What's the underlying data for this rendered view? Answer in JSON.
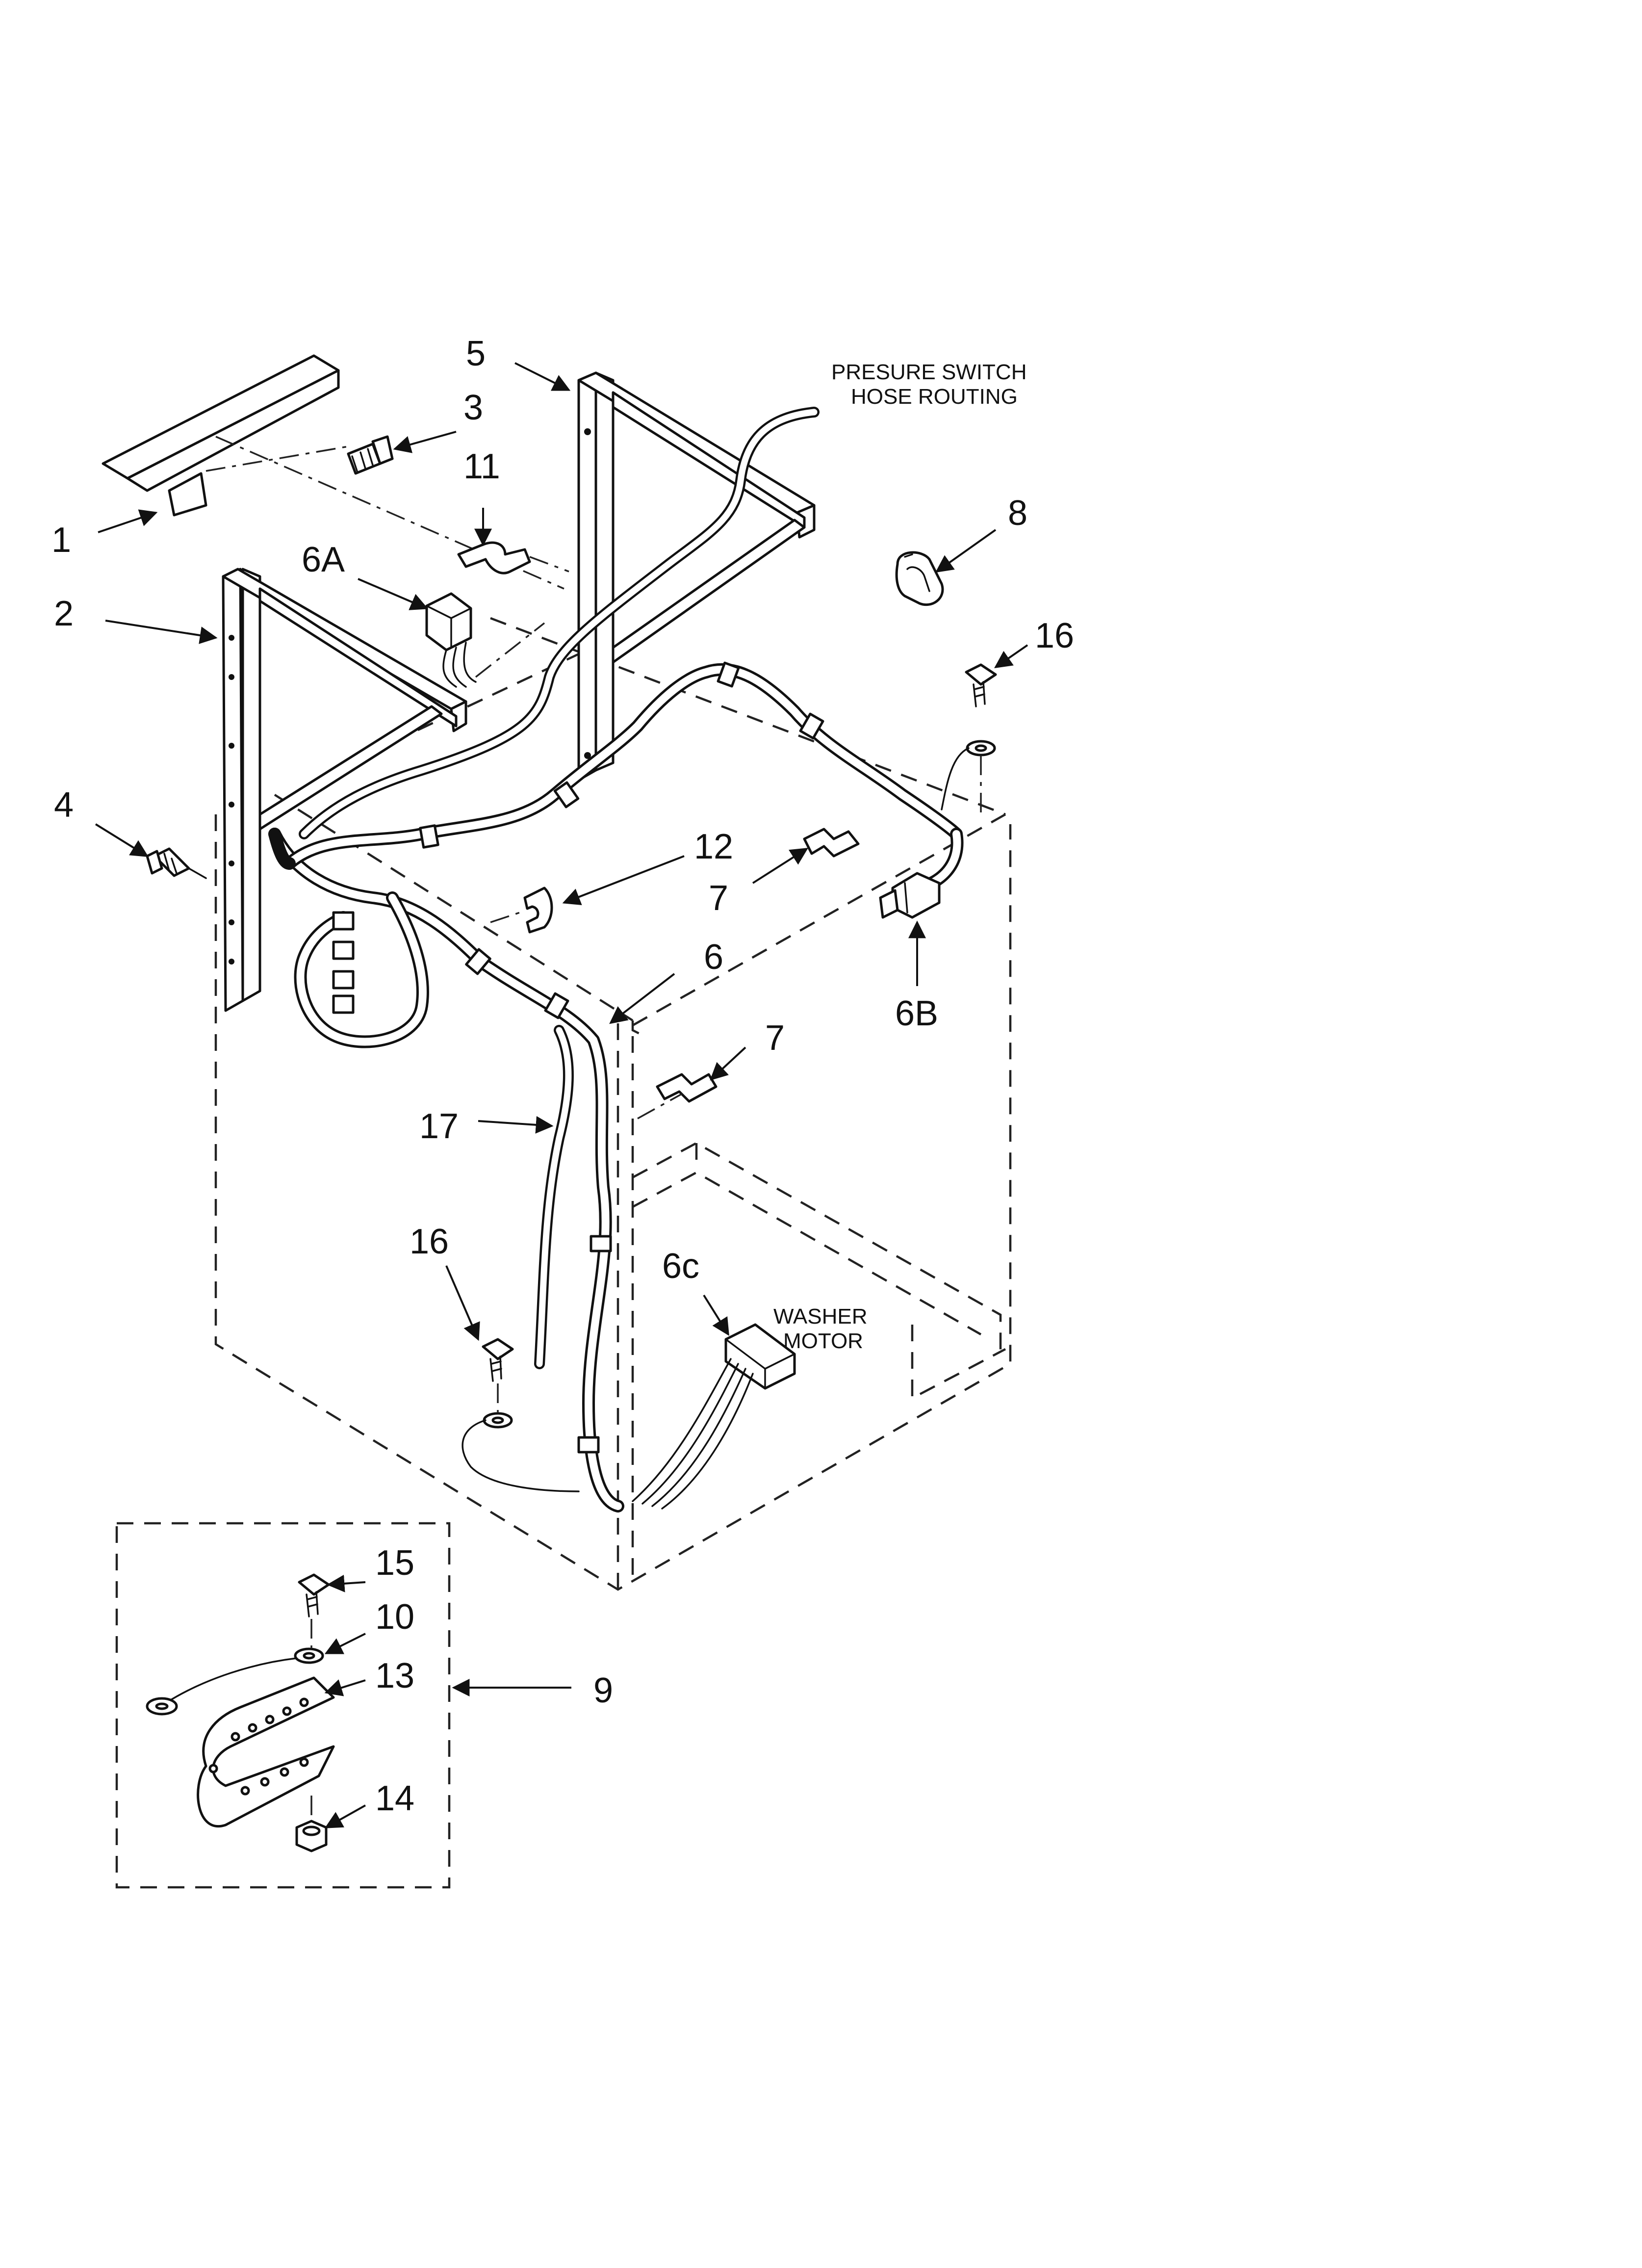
{
  "diagram": {
    "callouts": {
      "c1": "1",
      "c2": "2",
      "c3": "3",
      "c4": "4",
      "c5": "5",
      "c6": "6",
      "c6a": "6A",
      "c6b": "6B",
      "c6c": "6c",
      "c7a": "7",
      "c7b": "7",
      "c8": "8",
      "c9": "9",
      "c10": "10",
      "c11": "11",
      "c12": "12",
      "c13": "13",
      "c14": "14",
      "c15": "15",
      "c16a": "16",
      "c16b": "16",
      "c17": "17"
    },
    "notes": {
      "pressure_line1": "PRESURE SWITCH",
      "pressure_line2": "HOSE ROUTING",
      "motor_line1": "WASHER",
      "motor_line2": "MOTOR"
    }
  }
}
